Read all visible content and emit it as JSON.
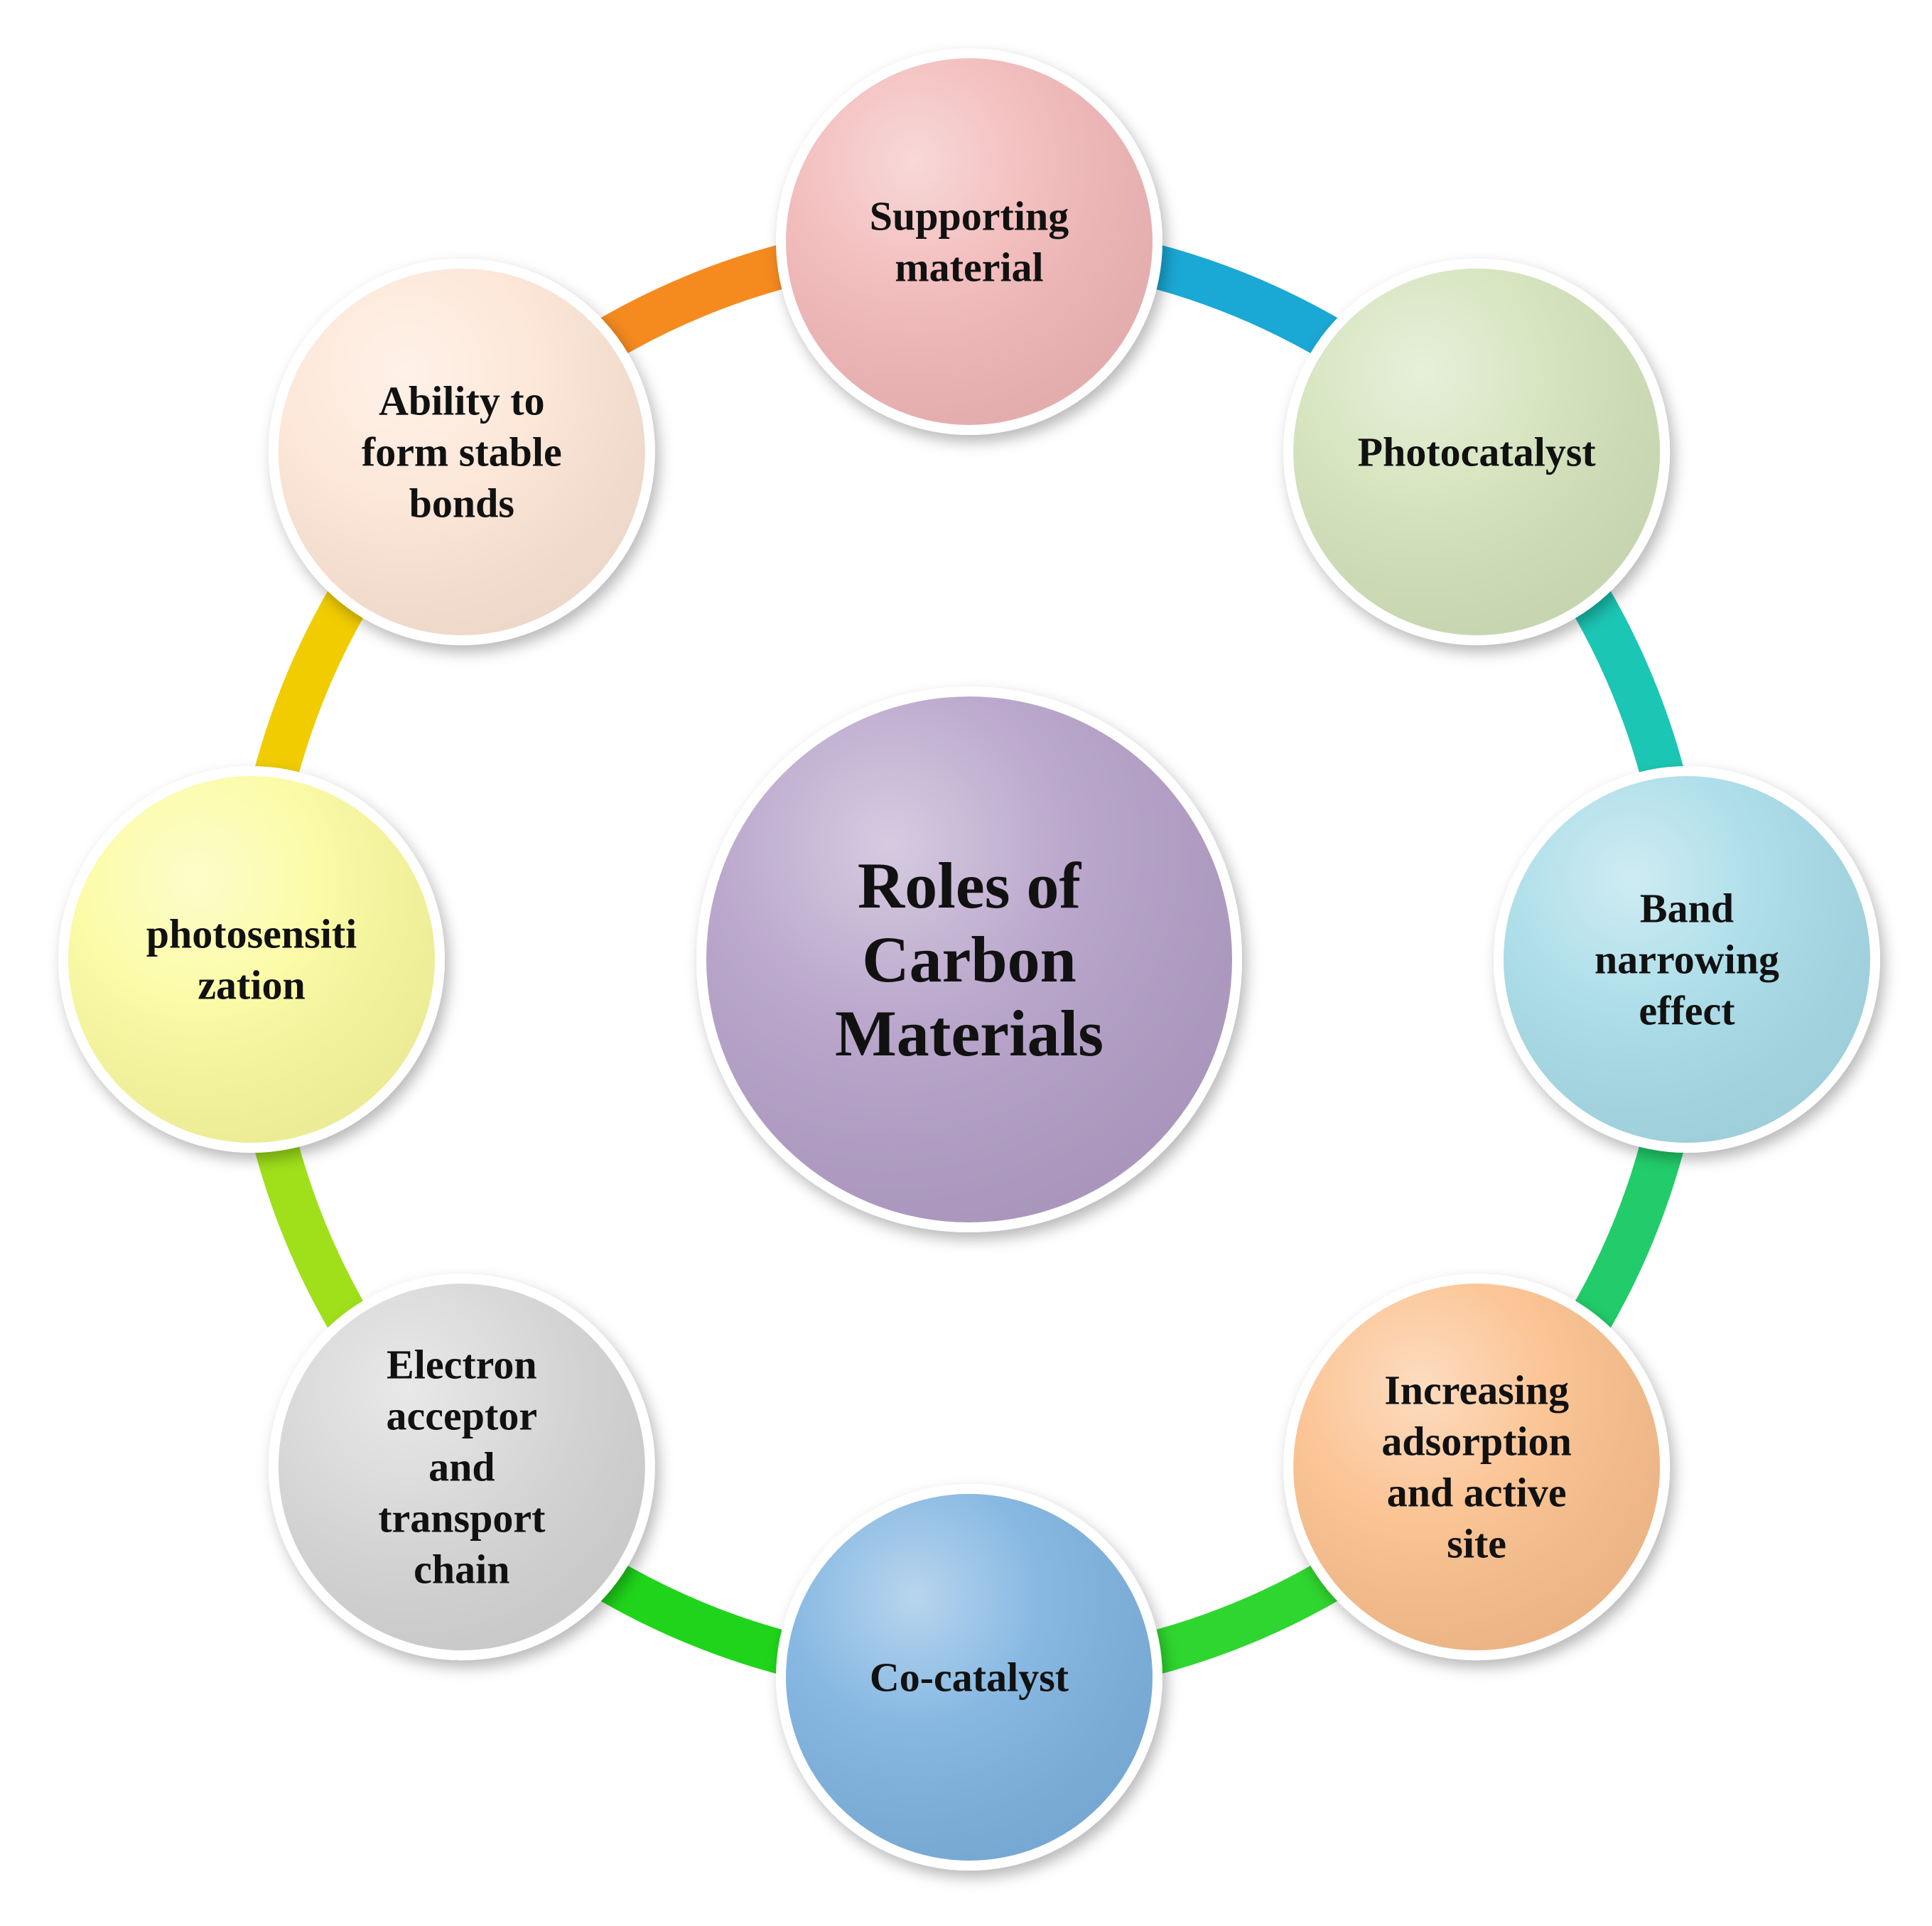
{
  "center": {
    "label_lines": [
      "Roles of",
      "Carbon",
      "Materials"
    ],
    "color": "#b5a0c8"
  },
  "nodes": [
    {
      "id": "supporting-material",
      "label_lines": [
        "Supporting",
        "material"
      ],
      "color": "#f2b8b8"
    },
    {
      "id": "photocatalyst",
      "label_lines": [
        "Photocatalyst"
      ],
      "color": "#d3e3bb"
    },
    {
      "id": "band-narrowing-effect",
      "label_lines": [
        "Band",
        "narrowing",
        "effect"
      ],
      "color": "#a8dce8"
    },
    {
      "id": "increasing-adsorption",
      "label_lines": [
        "Increasing",
        "adsorption",
        "and active",
        "site"
      ],
      "color": "#fbc08d"
    },
    {
      "id": "co-catalyst",
      "label_lines": [
        "Co-catalyst"
      ],
      "color": "#7eb3e0"
    },
    {
      "id": "electron-acceptor",
      "label_lines": [
        "Electron",
        "acceptor",
        "and",
        "transport",
        "chain"
      ],
      "color": "#d6d6d6"
    },
    {
      "id": "photosensitization",
      "label_lines": [
        "photosensiti",
        "zation"
      ],
      "color": "#fbfba0"
    },
    {
      "id": "ability-stable-bonds",
      "label_lines": [
        "Ability to",
        "form stable",
        "bonds"
      ],
      "color": "#fde6d6"
    }
  ],
  "ring_colors": [
    "#1aa8d4",
    "#1bc6b4",
    "#22cc6a",
    "#2fd62f",
    "#1fd41a",
    "#9fe01a",
    "#f0cc00",
    "#f58a1f"
  ]
}
